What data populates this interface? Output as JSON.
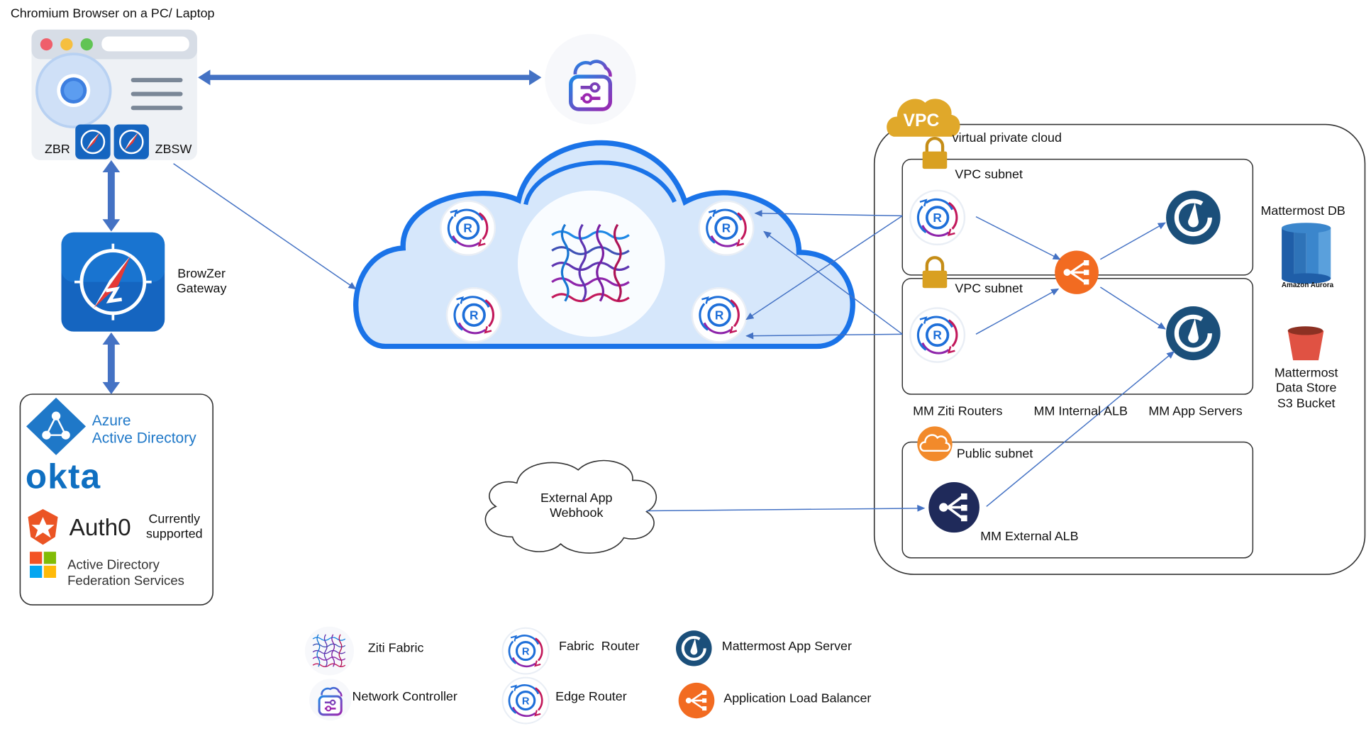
{
  "browser": {
    "title": "Chromium Browser on a PC/ Laptop",
    "zbr": "ZBR",
    "zbsw": "ZBSW"
  },
  "gateway": {
    "line1": "BrowZer",
    "line2": "Gateway"
  },
  "idp": {
    "azure_line1": "Azure",
    "azure_line2": "Active Directory",
    "okta": "okta",
    "auth0": "Auth0",
    "adfs_line1": "Active Directory",
    "adfs_line2": "Federation Services",
    "note_line1": "Currently",
    "note_line2": "supported"
  },
  "vpc": {
    "badge": "VPC",
    "title": "virtual private cloud",
    "subnet1": "VPC subnet",
    "subnet2": "VPC subnet",
    "public_subnet": "Public subnet",
    "routers_label": "MM Ziti Routers",
    "internal_alb_label": "MM Internal ALB",
    "app_servers_label": "MM App Servers",
    "external_alb_label": "MM External ALB"
  },
  "aws": {
    "db_title": "Mattermost DB",
    "aurora": "Amazon Aurora",
    "store_line1": "Mattermost",
    "store_line2": "Data Store",
    "store_line3": "S3 Bucket"
  },
  "webhook": {
    "line1": "External App",
    "line2": "Webhook"
  },
  "legend": {
    "ziti_fabric": "Ziti Fabric",
    "network_controller": "Network Controller",
    "fabric_router": "Fabric  Router",
    "edge_router": "Edge Router",
    "app_server": "Mattermost App Server",
    "alb": "Application Load Balancer"
  },
  "icons": {
    "router": "router-icon",
    "controller": "network-controller-icon",
    "fabric": "ziti-fabric-icon",
    "mattermost": "mattermost-icon",
    "alb": "load-balancer-icon",
    "lock": "lock-icon",
    "chrome": "chrome-icon",
    "browzer": "browzer-icon"
  },
  "colors": {
    "arrow": "#4472c4",
    "cloud_outline": "#1a73e8",
    "cloud_fill": "#dbe9fa",
    "router_blue": "#1e6fd9",
    "mattermost": "#1b4f7a",
    "alb_orange": "#f26b21",
    "vpc_gold": "#d39b1d",
    "browzer_blue": "#1565c0",
    "aurora_blue": "#2e73b8",
    "s3_red": "#e05243"
  }
}
